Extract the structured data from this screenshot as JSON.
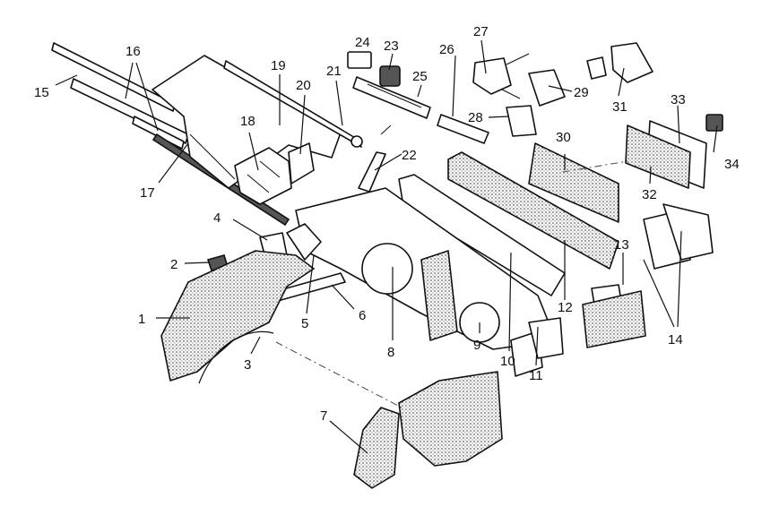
{
  "callouts": [
    {
      "num": "1"
    },
    {
      "num": "2"
    },
    {
      "num": "3"
    },
    {
      "num": "4"
    },
    {
      "num": "5"
    },
    {
      "num": "6"
    },
    {
      "num": "7"
    },
    {
      "num": "8"
    },
    {
      "num": "9"
    },
    {
      "num": "10"
    },
    {
      "num": "11"
    },
    {
      "num": "12"
    },
    {
      "num": "13"
    },
    {
      "num": "14"
    },
    {
      "num": "15"
    },
    {
      "num": "16"
    },
    {
      "num": "17"
    },
    {
      "num": "18"
    },
    {
      "num": "19"
    },
    {
      "num": "20"
    },
    {
      "num": "21"
    },
    {
      "num": "22"
    },
    {
      "num": "23"
    },
    {
      "num": "24"
    },
    {
      "num": "25"
    },
    {
      "num": "26"
    },
    {
      "num": "27"
    },
    {
      "num": "28"
    },
    {
      "num": "29"
    },
    {
      "num": "30"
    },
    {
      "num": "31"
    },
    {
      "num": "32"
    },
    {
      "num": "33"
    },
    {
      "num": "34"
    }
  ],
  "colors": {
    "ink": "#111111",
    "paper": "#ffffff"
  }
}
